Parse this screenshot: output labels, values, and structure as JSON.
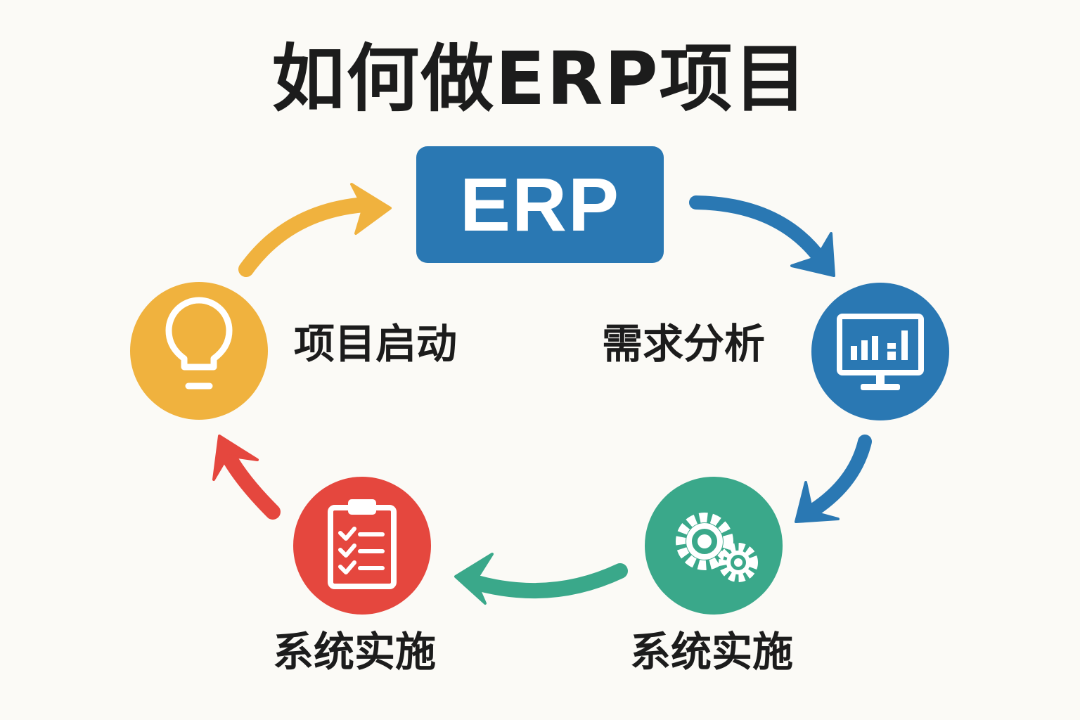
{
  "title": "如何做ERP项目",
  "center": {
    "label": "ERP"
  },
  "steps": [
    {
      "label": "项目启动",
      "icon": "lightbulb-icon",
      "color": "#f0b23e"
    },
    {
      "label": "需求分析",
      "icon": "monitor-chart-icon",
      "color": "#2a78b3"
    },
    {
      "label": "系统实施",
      "icon": "gears-icon",
      "color": "#3aa88a"
    },
    {
      "label": "系统实施",
      "icon": "clipboard-checklist-icon",
      "color": "#e5473e"
    }
  ],
  "colors": {
    "background": "#fbfaf6",
    "erp_box": "#2a78b3",
    "text": "#1c1c1c",
    "icon_stroke": "#ffffff"
  }
}
